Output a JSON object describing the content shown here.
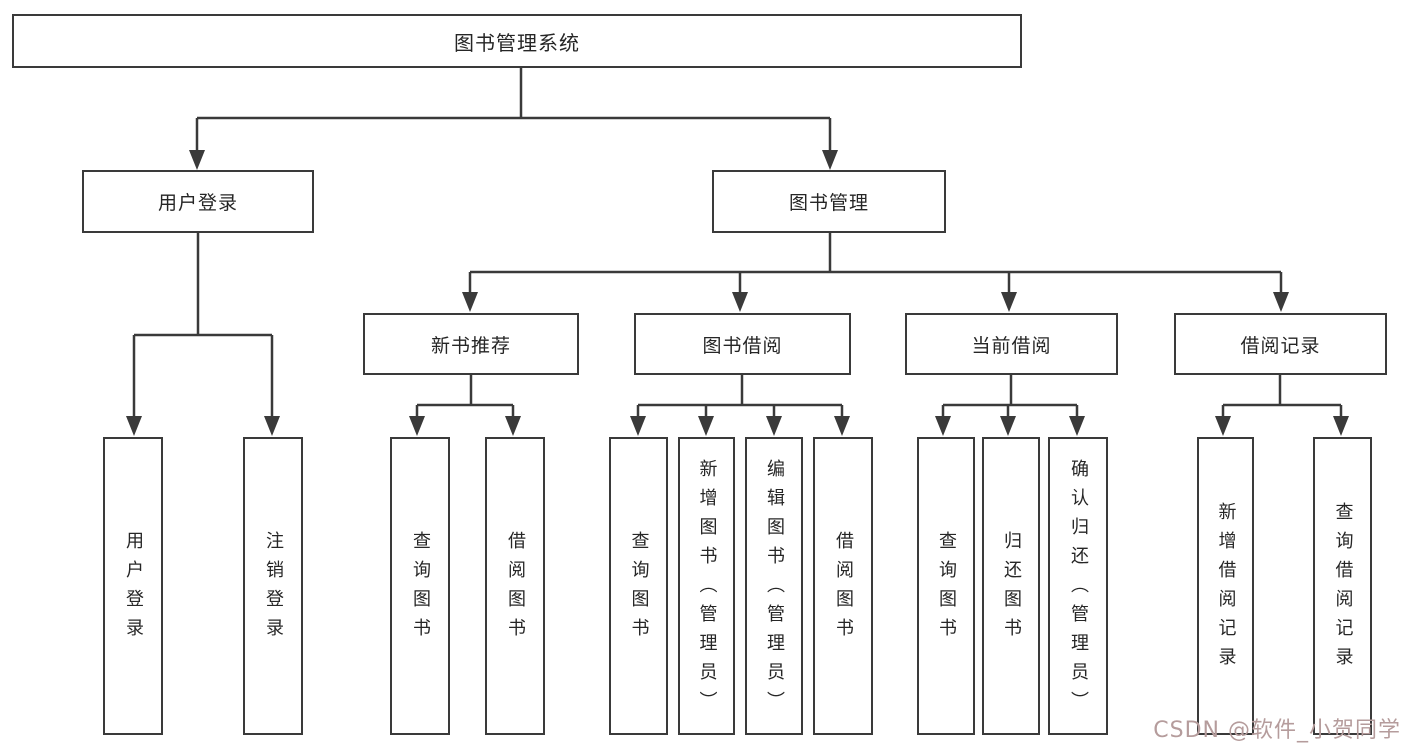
{
  "tree": {
    "root": {
      "label": "图书管理系统"
    },
    "branches": [
      {
        "label": "用户登录",
        "children": [
          {
            "label": "用户登录"
          },
          {
            "label": "注销登录"
          }
        ]
      },
      {
        "label": "图书管理",
        "groups": [
          {
            "label": "新书推荐",
            "children": [
              {
                "label": "查询图书"
              },
              {
                "label": "借阅图书"
              }
            ]
          },
          {
            "label": "图书借阅",
            "children": [
              {
                "label": "查询图书"
              },
              {
                "label": "新增图书（管理员）"
              },
              {
                "label": "编辑图书（管理员）"
              },
              {
                "label": "借阅图书"
              }
            ]
          },
          {
            "label": "当前借阅",
            "children": [
              {
                "label": "查询图书"
              },
              {
                "label": "归还图书"
              },
              {
                "label": "确认归还（管理员）"
              }
            ]
          },
          {
            "label": "借阅记录",
            "children": [
              {
                "label": "新增借阅记录"
              },
              {
                "label": "查询借阅记录"
              }
            ]
          }
        ]
      }
    ]
  },
  "watermark": {
    "text": "CSDN @软件_小贺同学",
    "color": "#b59c9c"
  },
  "style": {
    "line_color": "#3a3a3a",
    "box_border_color": "#3a3a3a",
    "text_color": "#262626",
    "background": "#ffffff"
  }
}
